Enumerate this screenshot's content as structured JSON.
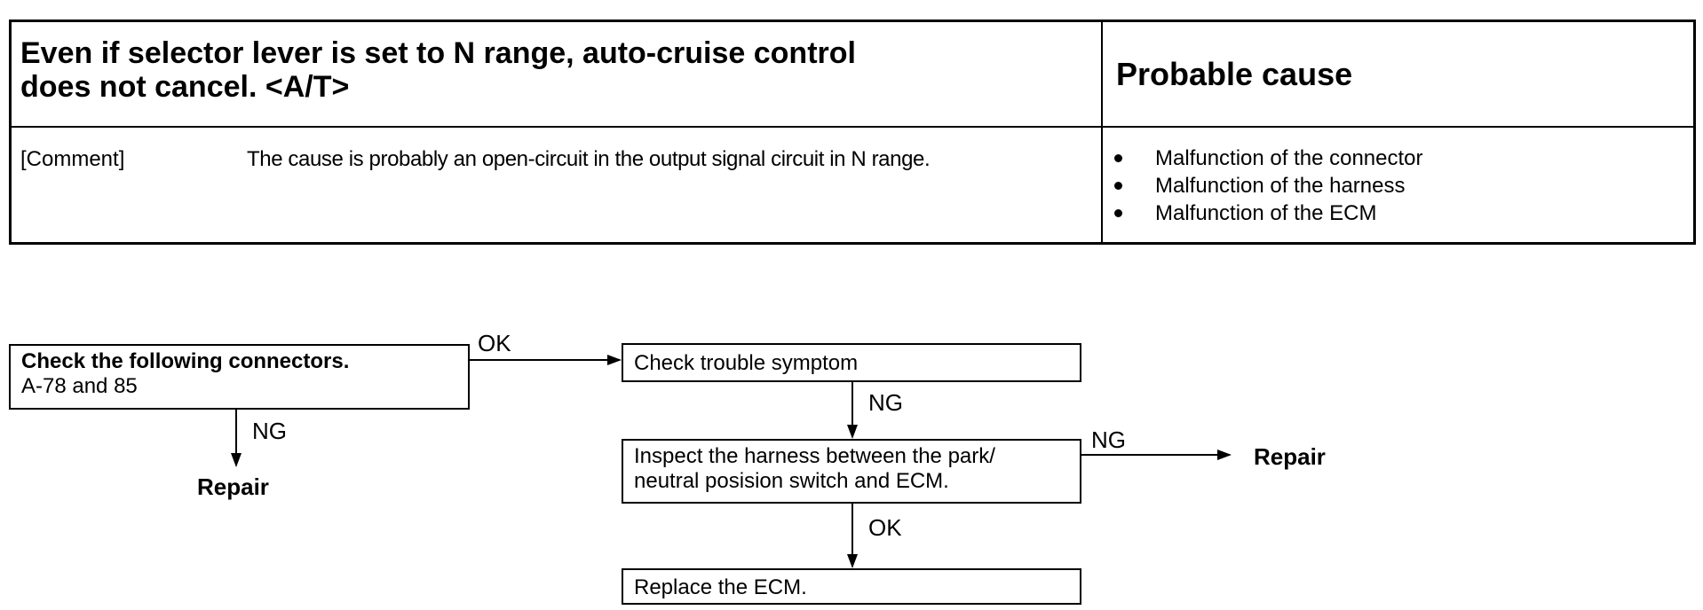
{
  "header": {
    "title_line1": "Even if selector lever is set to N range, auto-cruise control",
    "title_line2": "does not  cancel. <A/T>",
    "probable_cause_heading": "Probable cause",
    "comment_label": "[Comment]",
    "comment_text": "The cause is probably an open-circuit in the output signal circuit in N range.",
    "causes": [
      "Malfunction of the connector",
      "Malfunction of the harness",
      "Malfunction of the ECM"
    ]
  },
  "flow": {
    "check_connectors": {
      "line1": "Check the following connectors.",
      "line2": "A-78 and 85"
    },
    "ok_label_1": "OK",
    "ng_label_1": "NG",
    "repair_1": "Repair",
    "check_symptom": "Check trouble symptom",
    "ng_label_2": "NG",
    "inspect_harness": {
      "line1": "Inspect the harness between the park/",
      "line2": "neutral posision switch and ECM."
    },
    "ng_label_3": "NG",
    "repair_2": "Repair",
    "ok_label_2": "OK",
    "replace_ecm": "Replace the ECM."
  }
}
